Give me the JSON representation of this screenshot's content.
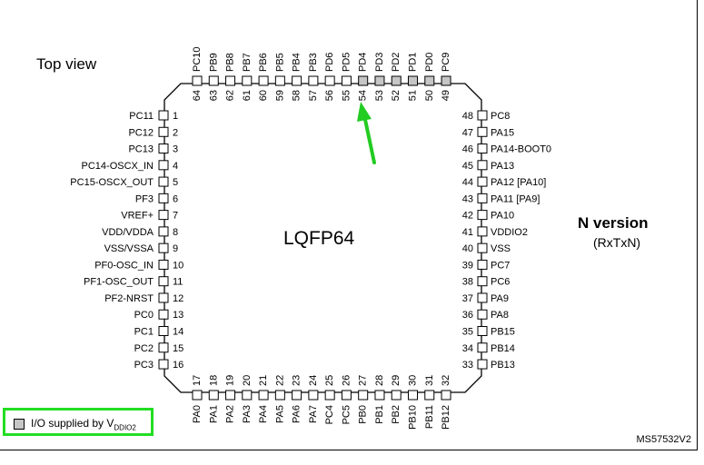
{
  "header": {
    "view_label": "Top view"
  },
  "package": {
    "name": "LQFP64"
  },
  "version": {
    "title": "N  version",
    "subtitle": "(RxTxN)"
  },
  "legend": {
    "text": "I/O supplied by V",
    "subscript": "DDIO2",
    "swatch_color": "#c6c6c6"
  },
  "reference": "MS57532V2",
  "pins": {
    "left": [
      {
        "num": "1",
        "name": "PC11"
      },
      {
        "num": "2",
        "name": "PC12"
      },
      {
        "num": "3",
        "name": "PC13"
      },
      {
        "num": "4",
        "name": "PC14-OSCX_IN"
      },
      {
        "num": "5",
        "name": "PC15-OSCX_OUT"
      },
      {
        "num": "6",
        "name": "PF3"
      },
      {
        "num": "7",
        "name": "VREF+"
      },
      {
        "num": "8",
        "name": "VDD/VDDA"
      },
      {
        "num": "9",
        "name": "VSS/VSSA"
      },
      {
        "num": "10",
        "name": "PF0-OSC_IN"
      },
      {
        "num": "11",
        "name": "PF1-OSC_OUT"
      },
      {
        "num": "12",
        "name": "PF2-NRST"
      },
      {
        "num": "13",
        "name": "PC0"
      },
      {
        "num": "14",
        "name": "PC1"
      },
      {
        "num": "15",
        "name": "PC2"
      },
      {
        "num": "16",
        "name": "PC3"
      }
    ],
    "bottom": [
      {
        "num": "17",
        "name": "PA0"
      },
      {
        "num": "18",
        "name": "PA1"
      },
      {
        "num": "19",
        "name": "PA2"
      },
      {
        "num": "20",
        "name": "PA3"
      },
      {
        "num": "21",
        "name": "PA4"
      },
      {
        "num": "22",
        "name": "PA5"
      },
      {
        "num": "23",
        "name": "PA6"
      },
      {
        "num": "24",
        "name": "PA7"
      },
      {
        "num": "25",
        "name": "PC4"
      },
      {
        "num": "26",
        "name": "PC5"
      },
      {
        "num": "27",
        "name": "PB0"
      },
      {
        "num": "28",
        "name": "PB1"
      },
      {
        "num": "29",
        "name": "PB2"
      },
      {
        "num": "30",
        "name": "PB10"
      },
      {
        "num": "31",
        "name": "PB11"
      },
      {
        "num": "32",
        "name": "PB12"
      }
    ],
    "right": [
      {
        "num": "48",
        "name": "PC8"
      },
      {
        "num": "47",
        "name": "PA15"
      },
      {
        "num": "46",
        "name": "PA14-BOOT0"
      },
      {
        "num": "45",
        "name": "PA13"
      },
      {
        "num": "44",
        "name": "PA12 [PA10]"
      },
      {
        "num": "43",
        "name": "PA11 [PA9]"
      },
      {
        "num": "42",
        "name": "PA10"
      },
      {
        "num": "41",
        "name": "VDDIO2"
      },
      {
        "num": "40",
        "name": "VSS"
      },
      {
        "num": "39",
        "name": "PC7"
      },
      {
        "num": "38",
        "name": "PC6"
      },
      {
        "num": "37",
        "name": "PA9"
      },
      {
        "num": "36",
        "name": "PA8"
      },
      {
        "num": "35",
        "name": "PB15"
      },
      {
        "num": "34",
        "name": "PB14"
      },
      {
        "num": "33",
        "name": "PB13"
      }
    ],
    "top": [
      {
        "num": "64",
        "name": "PC10",
        "shaded": false
      },
      {
        "num": "63",
        "name": "PB9",
        "shaded": false
      },
      {
        "num": "62",
        "name": "PB8",
        "shaded": false
      },
      {
        "num": "61",
        "name": "PB7",
        "shaded": false
      },
      {
        "num": "60",
        "name": "PB6",
        "shaded": false
      },
      {
        "num": "59",
        "name": "PB5",
        "shaded": false
      },
      {
        "num": "58",
        "name": "PB4",
        "shaded": false
      },
      {
        "num": "57",
        "name": "PB3",
        "shaded": false
      },
      {
        "num": "56",
        "name": "PD6",
        "shaded": false
      },
      {
        "num": "55",
        "name": "PD5",
        "shaded": false
      },
      {
        "num": "54",
        "name": "PD4",
        "shaded": true
      },
      {
        "num": "53",
        "name": "PD3",
        "shaded": true
      },
      {
        "num": "52",
        "name": "PD2",
        "shaded": true
      },
      {
        "num": "51",
        "name": "PD1",
        "shaded": true
      },
      {
        "num": "50",
        "name": "PD0",
        "shaded": true
      },
      {
        "num": "49",
        "name": "PC9",
        "shaded": true
      }
    ]
  }
}
